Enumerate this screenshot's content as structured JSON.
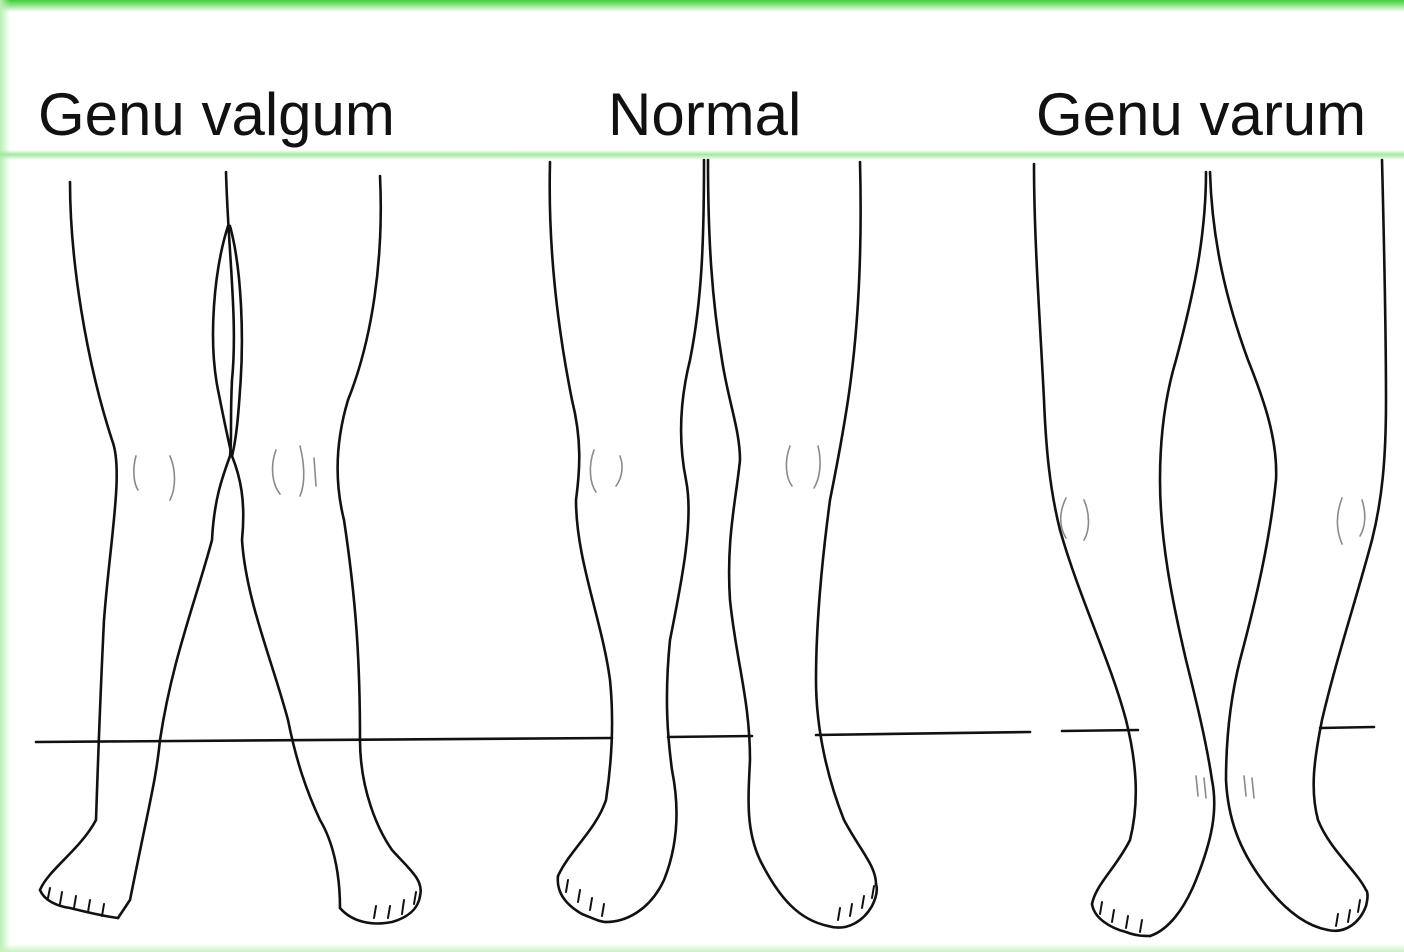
{
  "labels": {
    "genu_valgum": "Genu valgum",
    "normal": "Normal",
    "genu_varum": "Genu varum"
  },
  "colors": {
    "accent_glow": "#3ecf3a",
    "line": "#111111",
    "background": "#ffffff"
  }
}
